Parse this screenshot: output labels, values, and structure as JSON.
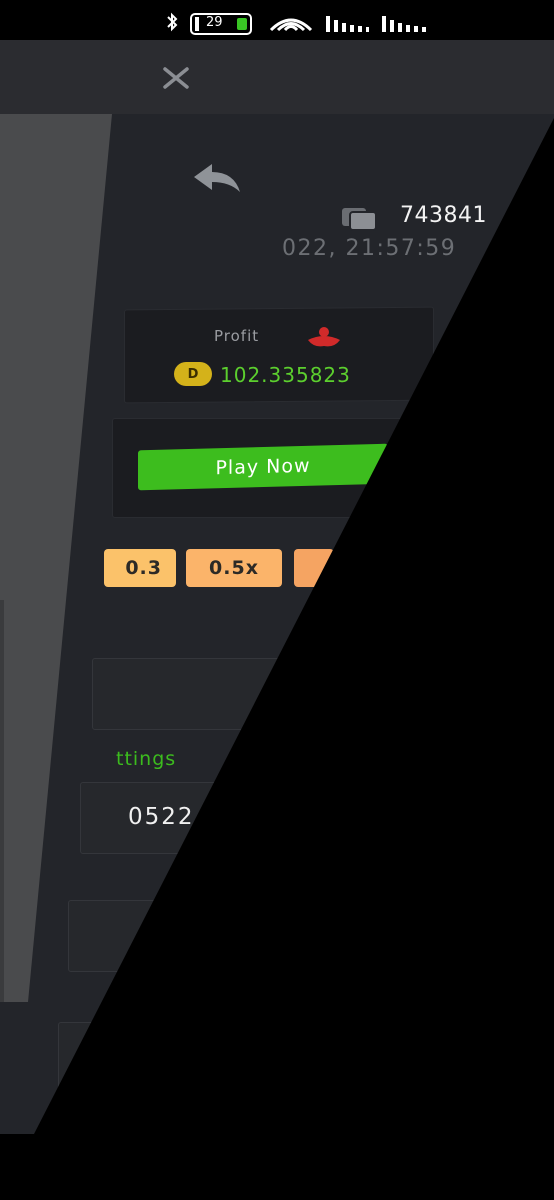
{
  "status_bar": {
    "battery": "29",
    "icons": [
      "bluetooth-icon",
      "battery-icon",
      "wifi-icon",
      "signal-icon",
      "signal-icon"
    ]
  },
  "header": {
    "close_icon": "close-icon"
  },
  "bet": {
    "id": "743841",
    "date": "022, 21:57:59",
    "back_icon": "reply-icon",
    "copy_icon": "copy-icon"
  },
  "profit": {
    "label": "Profit",
    "value": "102.335823",
    "coin_letter": "D",
    "icon": "profit-icon"
  },
  "play_button": {
    "label": "Play Now"
  },
  "multipliers": [
    "0.3",
    "0.5x"
  ],
  "settings": {
    "label": "ttings"
  },
  "field": {
    "value": "0522"
  },
  "colors": {
    "accent_green": "#3dbd1e",
    "profit_green": "#5ccf2e",
    "chip_orange": "#f5a462",
    "chip_yellow": "#fbc26a",
    "coin_gold": "#d4b21a",
    "bg_dark": "#23252a",
    "header_bg": "#2b2c30"
  }
}
